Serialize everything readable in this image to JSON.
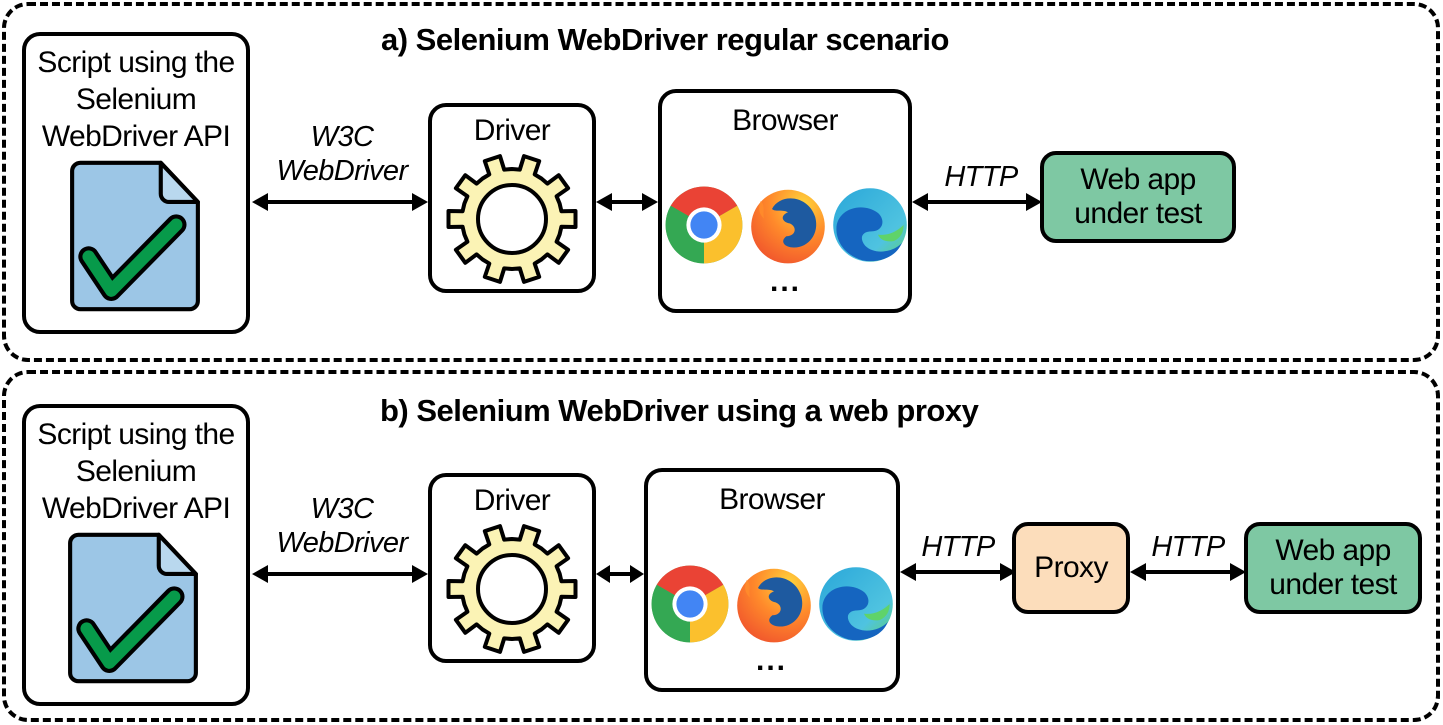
{
  "scenarios": [
    {
      "title": "a) Selenium WebDriver regular scenario",
      "script_box": {
        "lines": [
          "Script using the",
          "Selenium",
          "WebDriver API"
        ],
        "icon": "document-check-icon"
      },
      "w3c_label": [
        "W3C",
        "WebDriver"
      ],
      "driver_box": {
        "label": "Driver",
        "icon": "gear-icon"
      },
      "browser_box": {
        "label": "Browser",
        "icons": [
          "chrome-icon",
          "firefox-icon",
          "edge-icon"
        ],
        "more": "..."
      },
      "links": [
        {
          "label": "HTTP"
        }
      ],
      "web_app_box": {
        "lines": [
          "Web app",
          "under test"
        ]
      }
    },
    {
      "title": "b) Selenium WebDriver using a web proxy",
      "script_box": {
        "lines": [
          "Script using the",
          "Selenium",
          "WebDriver API"
        ],
        "icon": "document-check-icon"
      },
      "w3c_label": [
        "W3C",
        "WebDriver"
      ],
      "driver_box": {
        "label": "Driver",
        "icon": "gear-icon"
      },
      "browser_box": {
        "label": "Browser",
        "icons": [
          "chrome-icon",
          "firefox-icon",
          "edge-icon"
        ],
        "more": "..."
      },
      "links": [
        {
          "label": "HTTP"
        },
        {
          "label": "HTTP"
        }
      ],
      "proxy_box": {
        "label": "Proxy"
      },
      "web_app_box": {
        "lines": [
          "Web app",
          "under test"
        ]
      }
    }
  ],
  "colors": {
    "document_fill": "#9cc6e6",
    "document_fold": "#b9d8ee",
    "check_fill": "#079a4a",
    "gear_fill": "#fbf3b5",
    "web_app_fill": "#7ec8a3",
    "proxy_fill": "#fcddbb"
  }
}
